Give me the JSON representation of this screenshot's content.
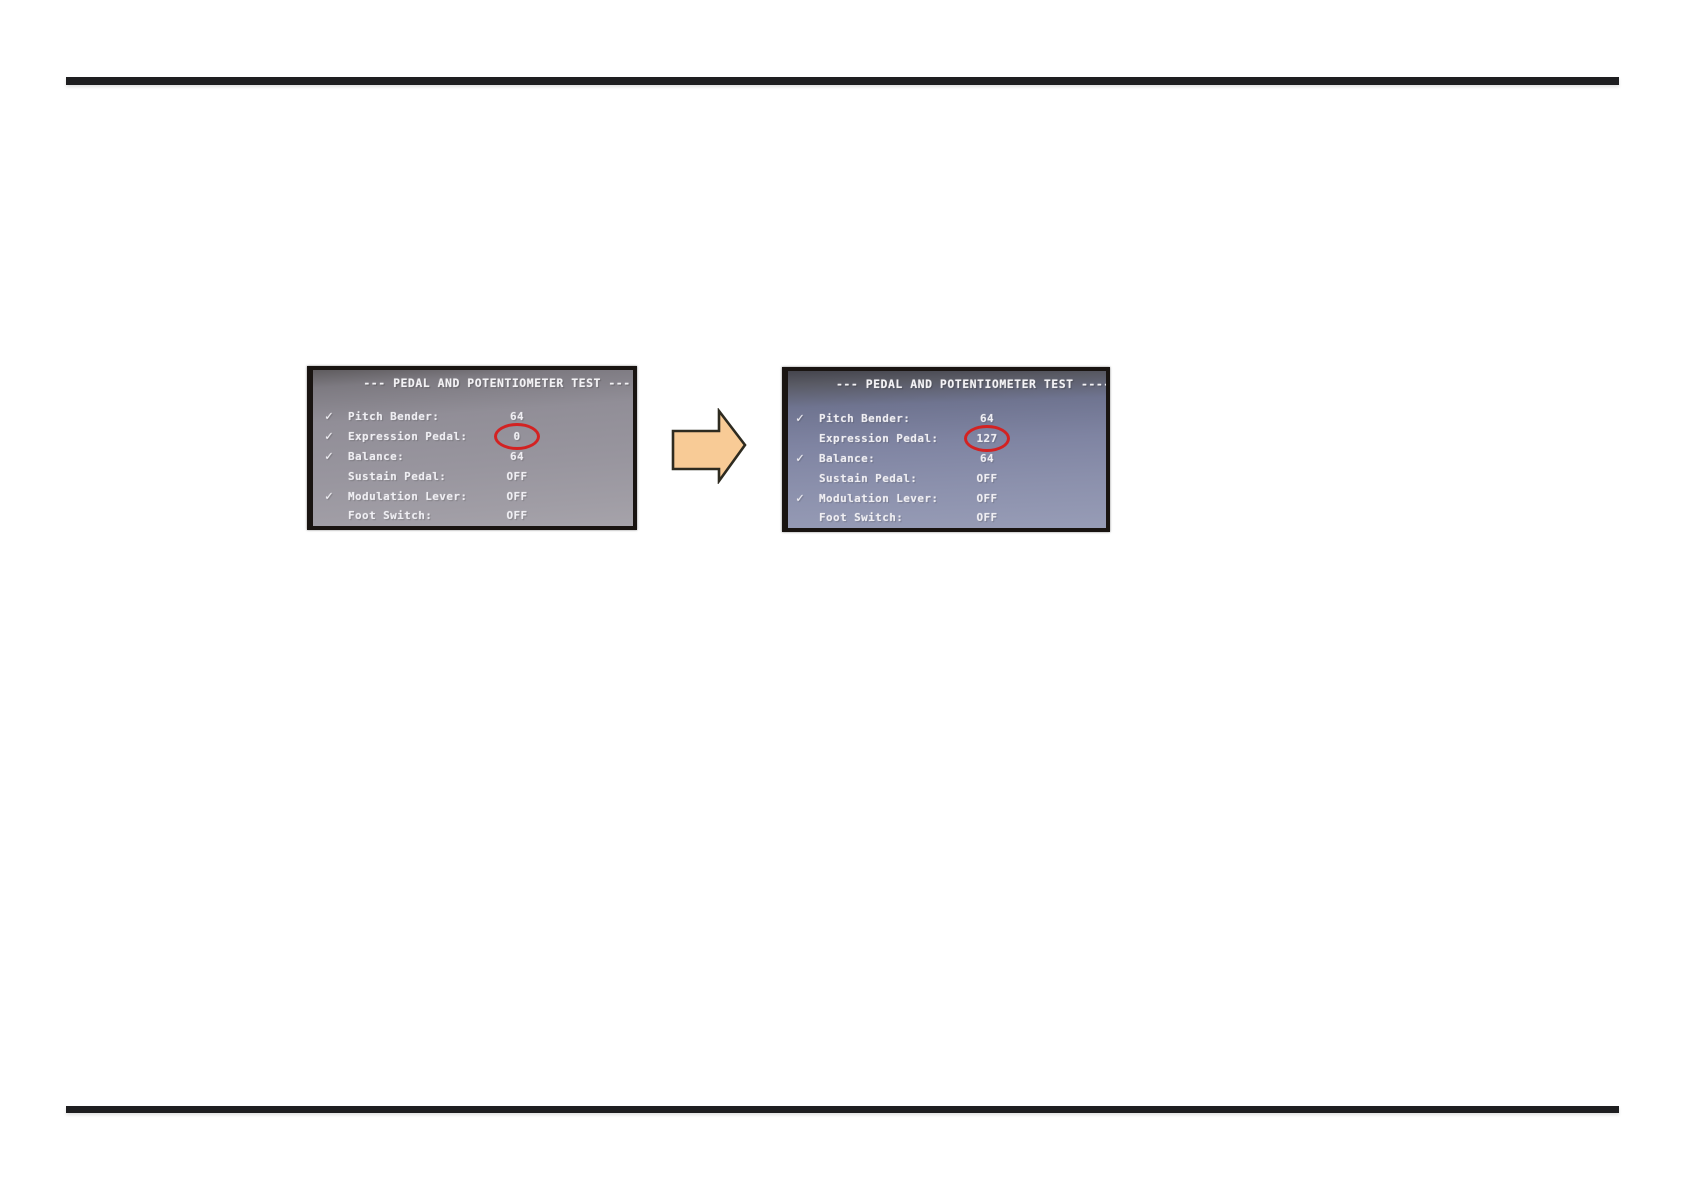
{
  "page": {
    "background": "#ffffff",
    "rule_color": "#1e1e20"
  },
  "glyphs": {
    "check": "✓"
  },
  "arrow": {
    "name": "next-step-arrow",
    "fill": "#f8cb96",
    "stroke": "#2e2b20"
  },
  "highlight": {
    "circle_color": "#d32222"
  },
  "screens": [
    {
      "id": "before",
      "title": "--- PEDAL AND POTENTIOMETER TEST ---",
      "rows": [
        {
          "checked": true,
          "label": "Pitch Bender:",
          "value": "64",
          "circled": false
        },
        {
          "checked": true,
          "label": "Expression Pedal:",
          "value": "0",
          "circled": true
        },
        {
          "checked": true,
          "label": "Balance:",
          "value": "64",
          "circled": false
        },
        {
          "checked": false,
          "label": "Sustain Pedal:",
          "value": "OFF",
          "circled": false
        },
        {
          "checked": true,
          "label": "Modulation Lever:",
          "value": "OFF",
          "circled": false
        },
        {
          "checked": false,
          "label": "Foot Switch:",
          "value": "OFF",
          "circled": false
        }
      ]
    },
    {
      "id": "after",
      "title": "--- PEDAL AND POTENTIOMETER TEST ----",
      "rows": [
        {
          "checked": true,
          "label": "Pitch Bender:",
          "value": "64",
          "circled": false
        },
        {
          "checked": false,
          "label": "Expression Pedal:",
          "value": "127",
          "circled": true
        },
        {
          "checked": true,
          "label": "Balance:",
          "value": "64",
          "circled": false
        },
        {
          "checked": false,
          "label": "Sustain Pedal:",
          "value": "OFF",
          "circled": false
        },
        {
          "checked": true,
          "label": "Modulation Lever:",
          "value": "OFF",
          "circled": false
        },
        {
          "checked": false,
          "label": "Foot Switch:",
          "value": "OFF",
          "circled": false
        }
      ]
    }
  ]
}
